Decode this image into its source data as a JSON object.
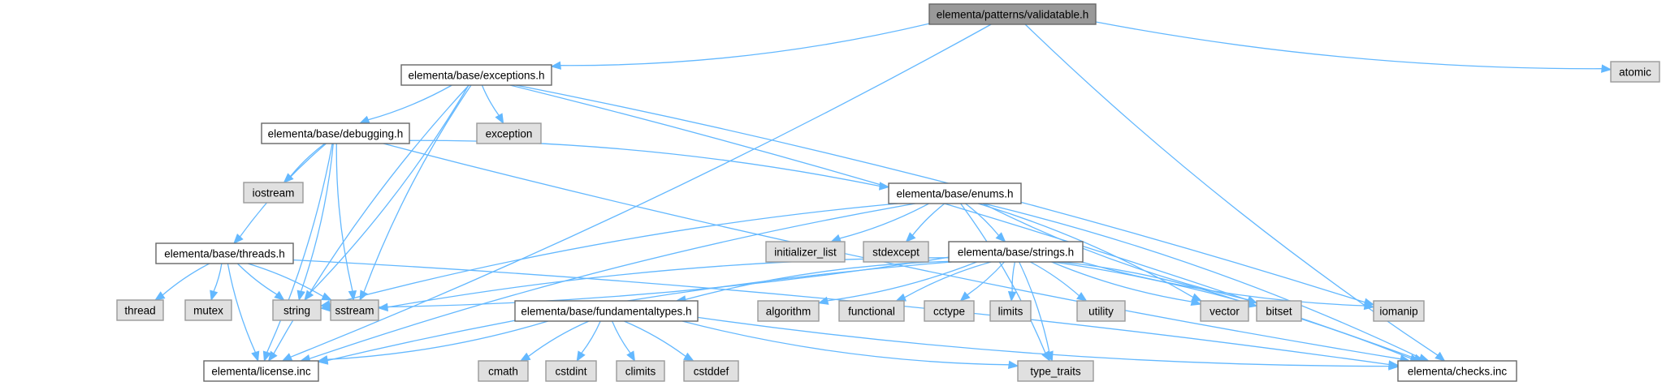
{
  "diagram": {
    "title": "Include dependency graph for elementa/patterns/validatable.h",
    "colors": {
      "root_fill": "#999999",
      "root_stroke": "#666666",
      "internal_fill": "#ffffff",
      "internal_stroke": "#666666",
      "system_fill": "#e0e0e0",
      "system_stroke": "#999999",
      "edge": "#63b8ff"
    },
    "nodes": [
      {
        "id": "validatable",
        "label": "elementa/patterns/validatable.h",
        "kind": "root"
      },
      {
        "id": "atomic",
        "label": "atomic",
        "kind": "system"
      },
      {
        "id": "exceptions",
        "label": "elementa/base/exceptions.h",
        "kind": "internal"
      },
      {
        "id": "exception",
        "label": "exception",
        "kind": "system"
      },
      {
        "id": "debugging",
        "label": "elementa/base/debugging.h",
        "kind": "internal"
      },
      {
        "id": "iostream",
        "label": "iostream",
        "kind": "system"
      },
      {
        "id": "enums",
        "label": "elementa/base/enums.h",
        "kind": "internal"
      },
      {
        "id": "initializer_list",
        "label": "initializer_list",
        "kind": "system"
      },
      {
        "id": "stdexcept",
        "label": "stdexcept",
        "kind": "system"
      },
      {
        "id": "strings",
        "label": "elementa/base/strings.h",
        "kind": "internal"
      },
      {
        "id": "threads",
        "label": "elementa/base/threads.h",
        "kind": "internal"
      },
      {
        "id": "thread",
        "label": "thread",
        "kind": "system"
      },
      {
        "id": "mutex",
        "label": "mutex",
        "kind": "system"
      },
      {
        "id": "string",
        "label": "string",
        "kind": "system"
      },
      {
        "id": "sstream",
        "label": "sstream",
        "kind": "system"
      },
      {
        "id": "fundamentaltypes",
        "label": "elementa/base/fundamentaltypes.h",
        "kind": "internal"
      },
      {
        "id": "algorithm",
        "label": "algorithm",
        "kind": "system"
      },
      {
        "id": "functional",
        "label": "functional",
        "kind": "system"
      },
      {
        "id": "cctype",
        "label": "cctype",
        "kind": "system"
      },
      {
        "id": "limits",
        "label": "limits",
        "kind": "system"
      },
      {
        "id": "utility",
        "label": "utility",
        "kind": "system"
      },
      {
        "id": "vector",
        "label": "vector",
        "kind": "system"
      },
      {
        "id": "bitset",
        "label": "bitset",
        "kind": "system"
      },
      {
        "id": "iomanip",
        "label": "iomanip",
        "kind": "system"
      },
      {
        "id": "cmath",
        "label": "cmath",
        "kind": "system"
      },
      {
        "id": "cstdint",
        "label": "cstdint",
        "kind": "system"
      },
      {
        "id": "climits",
        "label": "climits",
        "kind": "system"
      },
      {
        "id": "cstddef",
        "label": "cstddef",
        "kind": "system"
      },
      {
        "id": "license",
        "label": "elementa/license.inc",
        "kind": "internal"
      },
      {
        "id": "type_traits",
        "label": "type_traits",
        "kind": "system"
      },
      {
        "id": "checks",
        "label": "elementa/checks.inc",
        "kind": "internal"
      }
    ],
    "edges": [
      [
        "validatable",
        "exceptions"
      ],
      [
        "validatable",
        "atomic"
      ],
      [
        "validatable",
        "license"
      ],
      [
        "validatable",
        "checks"
      ],
      [
        "exceptions",
        "debugging"
      ],
      [
        "exceptions",
        "exception"
      ],
      [
        "exceptions",
        "string"
      ],
      [
        "exceptions",
        "sstream"
      ],
      [
        "exceptions",
        "iomanip"
      ],
      [
        "exceptions",
        "license"
      ],
      [
        "exceptions",
        "checks"
      ],
      [
        "debugging",
        "iostream"
      ],
      [
        "debugging",
        "enums"
      ],
      [
        "debugging",
        "threads"
      ],
      [
        "debugging",
        "string"
      ],
      [
        "debugging",
        "sstream"
      ],
      [
        "debugging",
        "license"
      ],
      [
        "debugging",
        "checks"
      ],
      [
        "enums",
        "initializer_list"
      ],
      [
        "enums",
        "stdexcept"
      ],
      [
        "enums",
        "strings"
      ],
      [
        "enums",
        "string"
      ],
      [
        "enums",
        "vector"
      ],
      [
        "enums",
        "bitset"
      ],
      [
        "enums",
        "type_traits"
      ],
      [
        "enums",
        "license"
      ],
      [
        "enums",
        "checks"
      ],
      [
        "threads",
        "thread"
      ],
      [
        "threads",
        "mutex"
      ],
      [
        "threads",
        "string"
      ],
      [
        "threads",
        "sstream"
      ],
      [
        "threads",
        "license"
      ],
      [
        "threads",
        "checks"
      ],
      [
        "strings",
        "fundamentaltypes"
      ],
      [
        "strings",
        "algorithm"
      ],
      [
        "strings",
        "functional"
      ],
      [
        "strings",
        "cctype"
      ],
      [
        "strings",
        "limits"
      ],
      [
        "strings",
        "utility"
      ],
      [
        "strings",
        "vector"
      ],
      [
        "strings",
        "bitset"
      ],
      [
        "strings",
        "iomanip"
      ],
      [
        "strings",
        "string"
      ],
      [
        "strings",
        "sstream"
      ],
      [
        "strings",
        "type_traits"
      ],
      [
        "strings",
        "license"
      ],
      [
        "strings",
        "checks"
      ],
      [
        "fundamentaltypes",
        "cmath"
      ],
      [
        "fundamentaltypes",
        "cstdint"
      ],
      [
        "fundamentaltypes",
        "climits"
      ],
      [
        "fundamentaltypes",
        "cstddef"
      ],
      [
        "fundamentaltypes",
        "type_traits"
      ],
      [
        "fundamentaltypes",
        "license"
      ],
      [
        "fundamentaltypes",
        "checks"
      ]
    ]
  }
}
